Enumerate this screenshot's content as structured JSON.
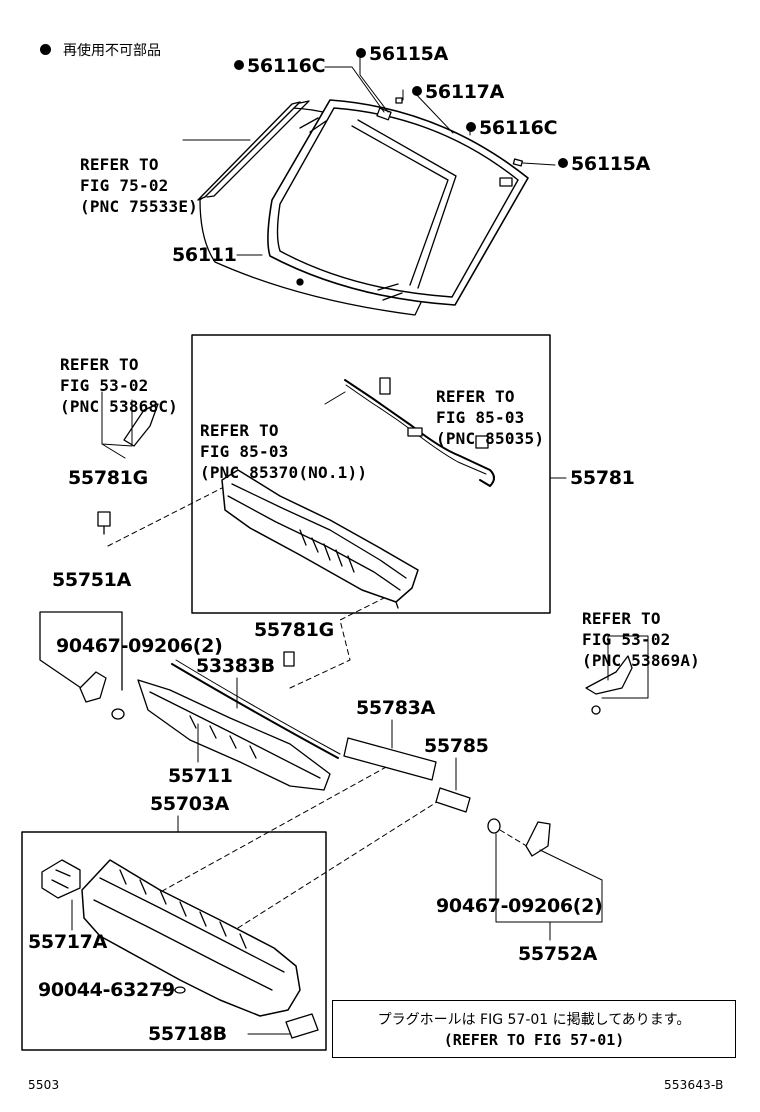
{
  "legend": {
    "text": "再使用不可部品"
  },
  "parts": {
    "p56116C_a": "56116C",
    "p56115A_a": "56115A",
    "p56117A": "56117A",
    "p56116C_b": "56116C",
    "p56115A_b": "56115A",
    "p56111": "56111",
    "p55781G_a": "55781G",
    "p55781": "55781",
    "p55751A": "55751A",
    "p90467_a": "90467-09206(2)",
    "p55781G_b": "55781G",
    "p53383B": "53383B",
    "p55711": "55711",
    "p55703A": "55703A",
    "p55783A": "55783A",
    "p55785": "55785",
    "p55717A": "55717A",
    "p90044": "90044-63279",
    "p55718B": "55718B",
    "p90467_b": "90467-09206(2)",
    "p55752A": "55752A"
  },
  "refs": {
    "fig7502": [
      "REFER TO",
      "FIG 75-02",
      "(PNC 75533E)"
    ],
    "fig5302a": [
      "REFER TO",
      "FIG 53-02",
      "(PNC 53868C)"
    ],
    "fig8503a": [
      "REFER TO",
      "FIG 85-03",
      "(PNC 85370(NO.1))"
    ],
    "fig8503b": [
      "REFER TO",
      "FIG 85-03",
      "(PNC 85035)"
    ],
    "fig5302b": [
      "REFER TO",
      "FIG 53-02",
      "(PNC 53869A)"
    ]
  },
  "note": {
    "jp": "プラグホールは FIG 57-01 に掲載してあります。",
    "en": "(REFER TO FIG 57-01)"
  },
  "footer": {
    "left": "5503",
    "right": "553643-B"
  }
}
